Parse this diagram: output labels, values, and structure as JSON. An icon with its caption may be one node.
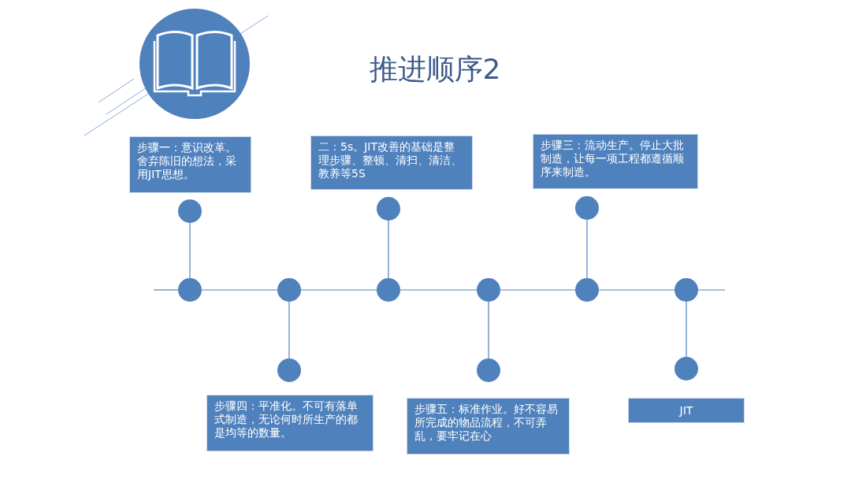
{
  "diagram": {
    "title": "推进顺序2",
    "nodes": [
      {
        "text": [
          "步骤一：意识改革。舍弃陈旧的想法，采用JIT思想。"
        ]
      },
      {
        "text": [
          "二：5s。JIT改善的基础是整理步骤、整顿、清扫、清洁、教养等5S"
        ]
      },
      {
        "text": [
          "步骤三：流动生产。停止大批制造，让每一项工程都遵循顺序来制造。"
        ]
      },
      {
        "text": [],
        "shape": "circle"
      },
      {
        "text": [],
        "shape": "circle"
      },
      {
        "text": [],
        "shape": "circle"
      },
      {
        "text": [],
        "shape": "circle"
      },
      {
        "text": [],
        "shape": "circle"
      },
      {
        "text": [],
        "shape": "circle"
      },
      {
        "text": [],
        "shape": "circle"
      },
      {
        "text": [],
        "shape": "circle"
      },
      {
        "text": [],
        "shape": "circle"
      },
      {
        "text": [],
        "shape": "circle"
      },
      {
        "text": [],
        "shape": "circle"
      },
      {
        "text": [],
        "shape": "circle"
      },
      {
        "text": [
          "步骤四：平准化。不可有落单式制造，无论何时所生产的都是均等的数量。"
        ]
      },
      {
        "text": [
          "步骤五：标准作业。好不容易所完成的物品流程，不可弄乱，要牢记在心"
        ]
      },
      {
        "text": [
          "JIT"
        ]
      }
    ],
    "edges": [
      {
        "from": 3,
        "to": 6,
        "arrow": "none"
      },
      {
        "from": 4,
        "to": 8,
        "arrow": "none"
      },
      {
        "from": 5,
        "to": 10,
        "arrow": "none"
      },
      {
        "from": 6,
        "to": 7,
        "arrow": "none"
      },
      {
        "from": 7,
        "to": 8,
        "arrow": "none"
      },
      {
        "from": 8,
        "to": 9,
        "arrow": "none"
      },
      {
        "from": 9,
        "to": 10,
        "arrow": "none"
      },
      {
        "from": 10,
        "to": 11,
        "arrow": "none"
      },
      {
        "from": 7,
        "to": 12,
        "arrow": "none"
      },
      {
        "from": 9,
        "to": 13,
        "arrow": "none"
      },
      {
        "from": 11,
        "to": 14,
        "arrow": "none"
      }
    ]
  }
}
